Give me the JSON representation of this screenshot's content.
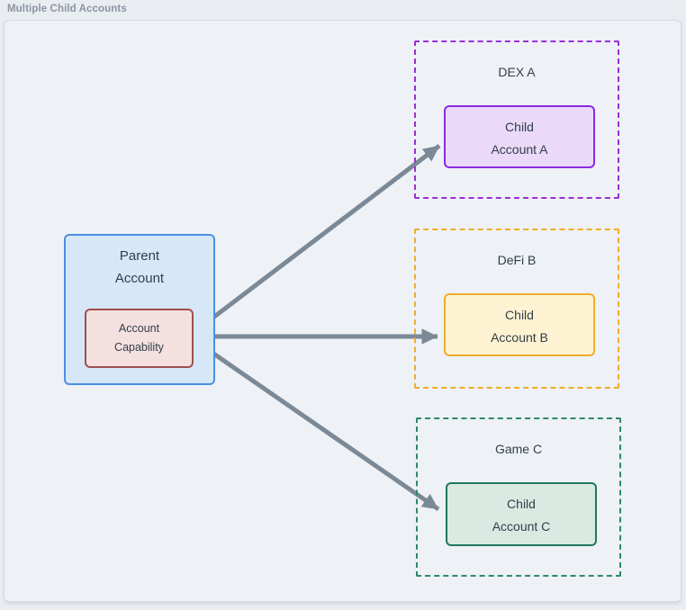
{
  "window": {
    "title": "Multiple Child Accounts"
  },
  "colors": {
    "arrow": "#7b8997",
    "canvas_bg": "#eef1f6",
    "canvas_border": "#d5dbe3",
    "parent_bg": "#d6e7f8",
    "parent_border": "#4b91e2",
    "capability_bg": "#f3e0df",
    "capability_border": "#9e5050",
    "text": "#333e4a",
    "title_text": "#8a94a2"
  },
  "parent": {
    "label": "Parent\nAccount",
    "capability_label": "Account\nCapability"
  },
  "zones": [
    {
      "label": "DEX A",
      "child_label": "Child\nAccount A",
      "zone_border": "#9b2fd6",
      "child_bg": "#ead9f9",
      "child_border": "#8b2be2"
    },
    {
      "label": "DeFi B",
      "child_label": "Child\nAccount B",
      "zone_border": "#f0ad2a",
      "child_bg": "#fdf3d2",
      "child_border": "#f0ad2a"
    },
    {
      "label": "Game C",
      "child_label": "Child\nAccount C",
      "zone_border": "#2c8a68",
      "child_bg": "#dae9e2",
      "child_border": "#20795b"
    }
  ],
  "connections": [
    {
      "from": "Account Capability",
      "to": "Child Account A"
    },
    {
      "from": "Account Capability",
      "to": "Child Account B"
    },
    {
      "from": "Account Capability",
      "to": "Child Account C"
    }
  ]
}
